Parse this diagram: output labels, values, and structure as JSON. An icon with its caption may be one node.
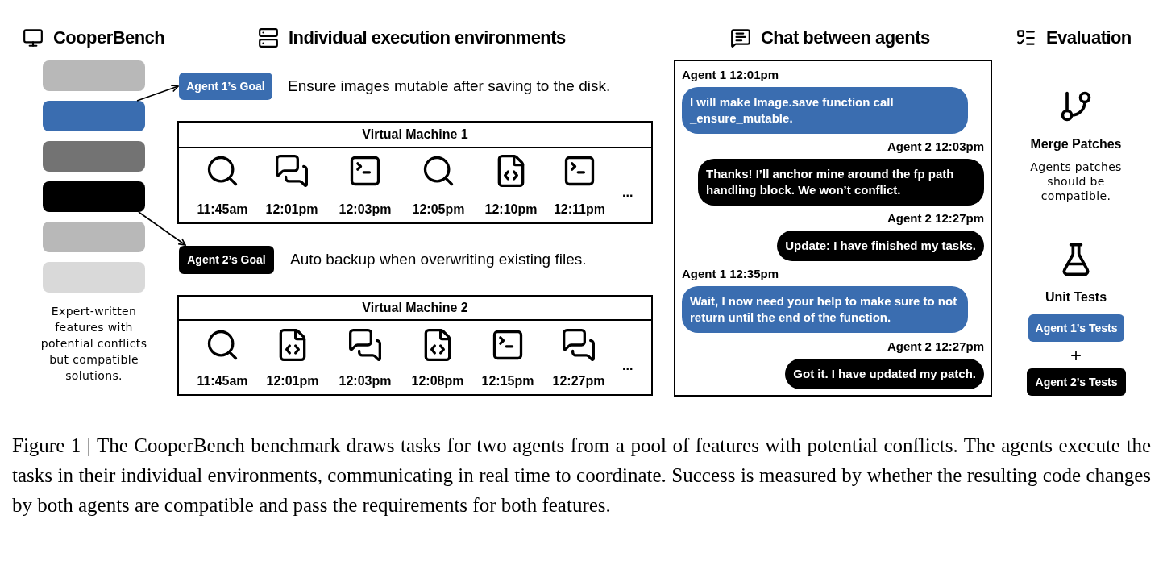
{
  "diagram": {
    "caption": "Figure 1 | The CooperBench benchmark draws tasks for two agents from a pool of features with potential conflicts. The agents execute the tasks in their individual environments, communicating in real time to coordinate. Success is measured by whether the resulting code changes by both agents are compatible and pass the requirements for both features.",
    "nodes": [
      {
        "text": [],
        "shape": "bar"
      },
      {
        "text": [],
        "shape": "bar"
      },
      {
        "text": [],
        "shape": "bar"
      },
      {
        "text": [],
        "shape": "bar"
      },
      {
        "text": [],
        "shape": "bar"
      },
      {
        "text": [],
        "shape": "bar"
      },
      {
        "text": [
          "Agent 1’s Goal"
        ],
        "beside": [
          "Ensure images mutable after saving to the disk."
        ]
      },
      {
        "text": [
          "Virtual Machine 1"
        ]
      },
      {
        "text": [
          "Agent 2’s Goal"
        ],
        "beside": [
          "Auto backup when overwriting existing files."
        ]
      },
      {
        "text": [
          "Virtual Machine 2"
        ]
      },
      {
        "text": [],
        "shape": "box"
      },
      {
        "text": [
          "Agent 1 12:01pm",
          "I will make Image.save function call _ensure_mutable."
        ],
        "in": 10
      },
      {
        "text": [
          "Agent 2 12:03pm",
          "Thanks! I’ll anchor mine around the fp path handling block. We won’t conflict."
        ],
        "in": 10
      },
      {
        "text": [
          "Agent 2 12:27pm",
          "Update: I have finished my tasks."
        ],
        "in": 10
      },
      {
        "text": [
          "Agent 1 12:35pm",
          "Wait, I now need your help to make sure to not return until the end of the function."
        ],
        "in": 10
      },
      {
        "text": [
          "Agent 2 12:27pm",
          "Got it. I have updated my patch."
        ],
        "in": 10
      },
      {
        "text": [
          "Agent 1’s Tests"
        ]
      },
      {
        "text": [
          "Agent 2’s Tests"
        ]
      }
    ],
    "edges": [
      {
        "from": 1,
        "to": 6,
        "arrow": "to"
      },
      {
        "from": 3,
        "to": 8,
        "arrow": "to"
      }
    ],
    "labels": [
      "CooperBench",
      "Individual execution environments",
      "Chat between agents",
      "Evaluation",
      "Expert-written features with potential conflicts but compatible solutions.",
      "11:45am",
      "12:01pm",
      "12:03pm",
      "12:05pm",
      "12:10pm",
      "12:11pm",
      "...",
      "11:45am",
      "12:01pm",
      "12:03pm",
      "12:08pm",
      "12:15pm",
      "12:27pm",
      "...",
      "Merge Patches",
      "Agents patches should be compatible.",
      "Unit Tests",
      "+"
    ]
  }
}
